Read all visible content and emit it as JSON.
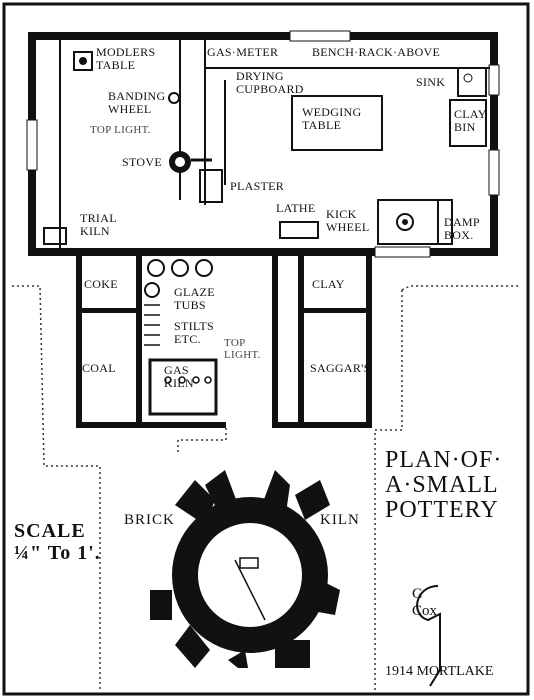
{
  "rooms": {
    "modelers_table": "MODLERS\nTABLE",
    "gas_meter": "GAS·METER",
    "bench": "BENCH·RACK·ABOVE",
    "drying_cupboard": "DRYING\nCUPBOARD",
    "banding_wheel": "BANDING\nWHEEL",
    "sink": "SINK",
    "wedging_table": "WEDGING\nTABLE",
    "clay_bin": "CLAY\nBIN",
    "top_light_1": "TOP LIGHT.",
    "stove": "STOVE",
    "plaster": "PLASTER",
    "trial_kiln": "TRIAL\nKILN",
    "lathe": "LATHE",
    "kick_wheel": "KICK\nWHEEL",
    "damp_box": "DAMP\nBOX.",
    "coke": "COKE",
    "glaze_tubs": "GLAZE\nTUBS",
    "clay": "CLAY",
    "stilts": "STILTS\nETC.",
    "top_light_2": "TOP\nLIGHT.",
    "coal": "COAL",
    "gas_kiln": "GAS\nKILN",
    "saggars": "SAGGAR'S"
  },
  "kiln_labels": {
    "brick": "BRICK",
    "kiln": "KILN"
  },
  "title": "PLAN·OF·\nA·SMALL\nPOTTERY",
  "scale": "SCALE\n¼\" To 1'.",
  "signature": {
    "initials": "G\nCox",
    "date_place": "1914 MORTLAKE"
  }
}
